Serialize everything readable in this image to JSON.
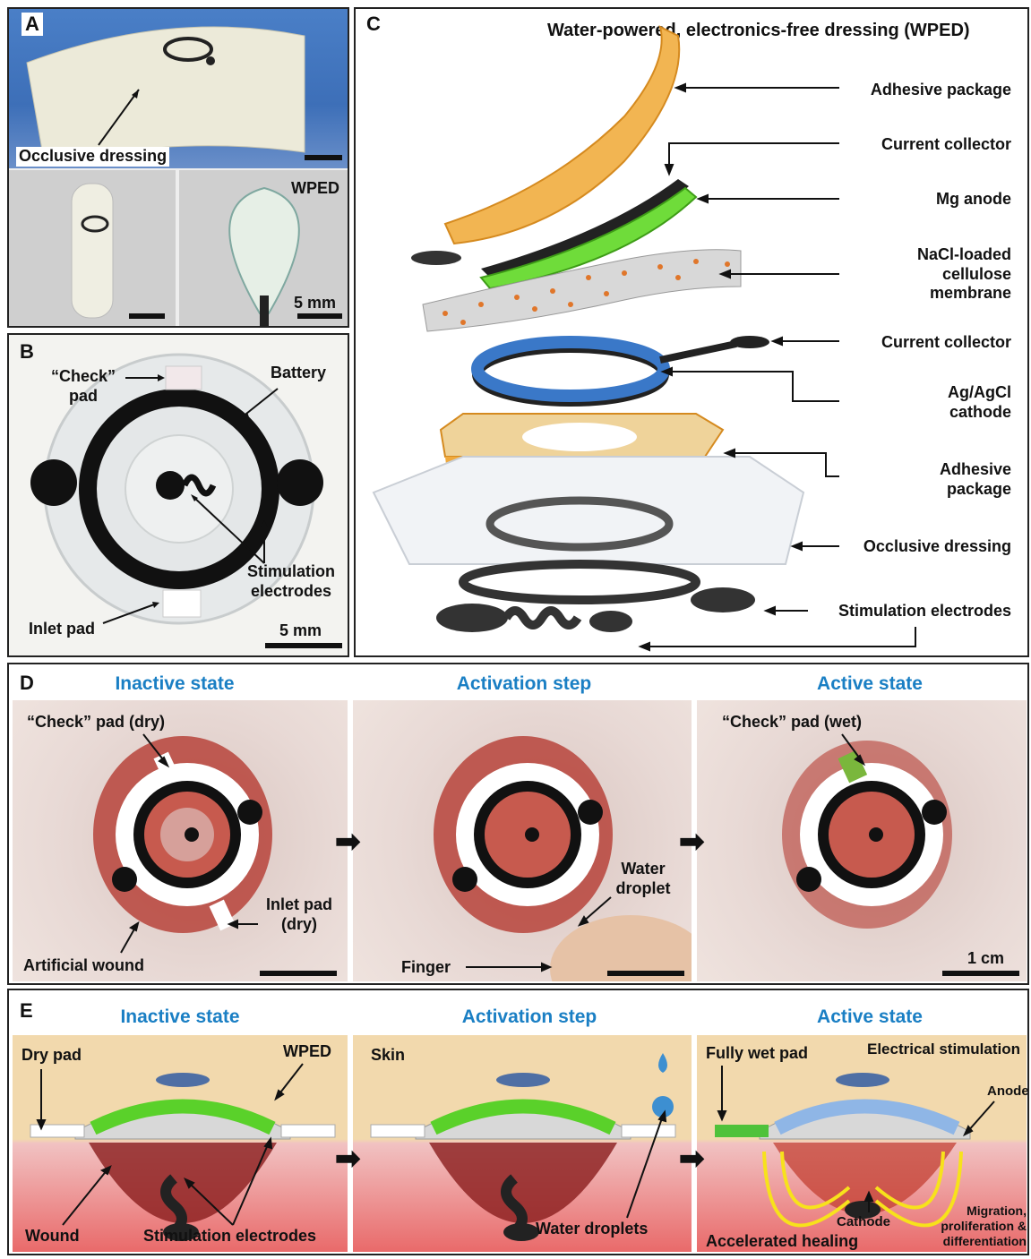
{
  "panel_a": {
    "label": "A",
    "occlusive_dressing": "Occlusive dressing",
    "wped": "WPED",
    "scale": "5 mm"
  },
  "panel_b": {
    "label": "B",
    "check_pad": "“Check” pad",
    "battery": "Battery",
    "stimulation_electrodes": "Stimulation electrodes",
    "inlet_pad": "Inlet pad",
    "scale": "5 mm"
  },
  "panel_c": {
    "label": "C",
    "title": "Water-powered, electronics-free dressing (WPED)",
    "layers": [
      "Adhesive package",
      "Current collector",
      "Mg anode",
      "NaCl-loaded cellulose membrane",
      "Current collector",
      "Ag/AgCl cathode",
      "Adhesive package",
      "Occlusive dressing",
      "Stimulation electrodes"
    ]
  },
  "panel_d": {
    "label": "D",
    "titles": [
      "Inactive state",
      "Activation step",
      "Active state"
    ],
    "check_pad_dry": "“Check” pad (dry)",
    "inlet_pad_dry": "Inlet pad (dry)",
    "artificial_wound": "Artificial wound",
    "water_droplet": "Water droplet",
    "finger": "Finger",
    "check_pad_wet": "“Check” pad (wet)",
    "scale": "1 cm"
  },
  "panel_e": {
    "label": "E",
    "titles": [
      "Inactive state",
      "Activation step",
      "Active state"
    ],
    "dry_pad": "Dry pad",
    "wped": "WPED",
    "wound": "Wound",
    "stimulation_electrodes": "Stimulation electrodes",
    "skin": "Skin",
    "water_droplets": "Water droplets",
    "fully_wet_pad": "Fully wet pad",
    "electrical_stimulation": "Electrical stimulation",
    "anode": "Anode",
    "cathode": "Cathode",
    "accelerated_healing": "Accelerated healing",
    "migration": "Migration, proliferation & differentiation"
  },
  "colors": {
    "title_blue": "#1a7fc4",
    "mg_green": "#5ad12a",
    "cathode_blue": "#3a78c8",
    "adhesive_orange": "#f0a93c"
  }
}
